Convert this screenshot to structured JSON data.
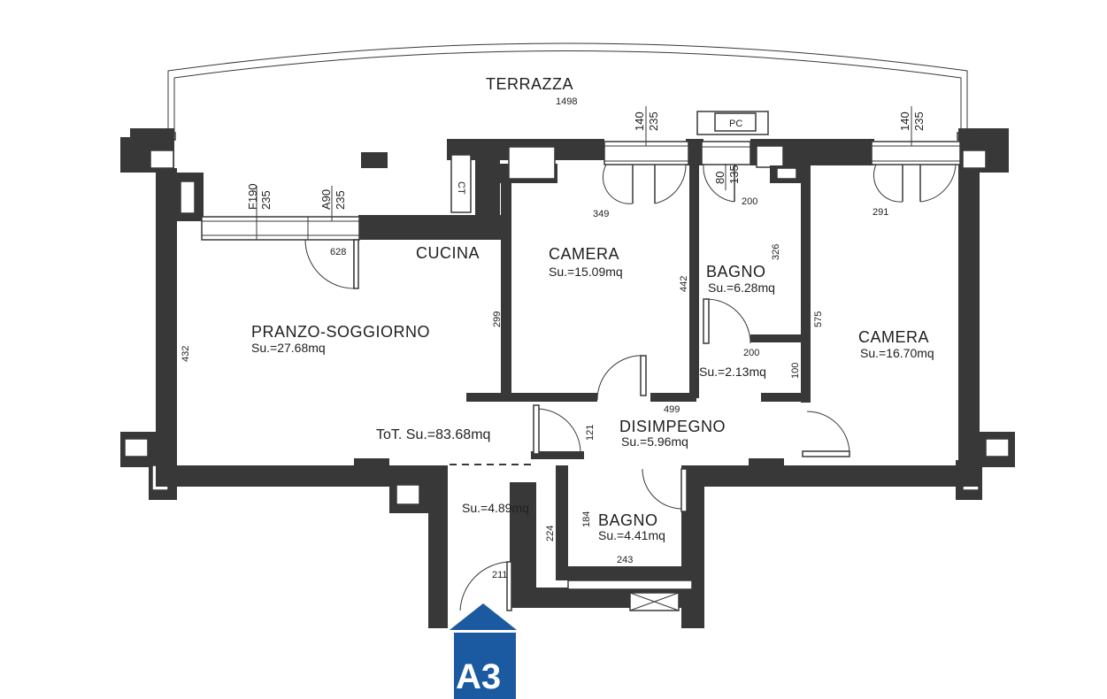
{
  "rooms": {
    "terrazza": {
      "name": "TERRAZZA",
      "dim": "1498"
    },
    "cucina": {
      "name": "CUCINA"
    },
    "soggiorno": {
      "name": "PRANZO-SOGGIORNO",
      "area": "Su.=27.68mq"
    },
    "camera1": {
      "name": "CAMERA",
      "area": "Su.=15.09mq"
    },
    "bagno1": {
      "name": "BAGNO",
      "area": "Su.=6.28mq"
    },
    "camera2": {
      "name": "CAMERA",
      "area": "Su.=16.70mq"
    },
    "disimpegno": {
      "name": "DISIMPEGNO",
      "area": "Su.=5.96mq"
    },
    "ripostiglio": {
      "area": "Su.=2.13mq"
    },
    "ingresso": {
      "area": "Su.=4.89mq"
    },
    "bagno2": {
      "name": "BAGNO",
      "area": "Su.=4.41mq"
    }
  },
  "total": "ToT. Su.=83.68mq",
  "fixtures": {
    "pc": "PC",
    "ct": "CT"
  },
  "window_dims": {
    "f190": "F190",
    "f190_h": "235",
    "a90": "A90",
    "a90_h": "235",
    "w140a": "140",
    "w140a_h": "235",
    "w80": "80",
    "w80_h": "135",
    "w140b": "140",
    "w140b_h": "235"
  },
  "dims": {
    "d628": "628",
    "d349": "349",
    "d200a": "200",
    "d291": "291",
    "d326": "326",
    "d442": "442",
    "d299": "299",
    "d432": "432",
    "d575": "575",
    "d200b": "200",
    "d100": "100",
    "d499": "499",
    "d121": "121",
    "d224": "224",
    "d184": "184",
    "d243": "243",
    "d211": "211"
  },
  "badge": {
    "label": "A3",
    "color": "#1b5aa0"
  }
}
